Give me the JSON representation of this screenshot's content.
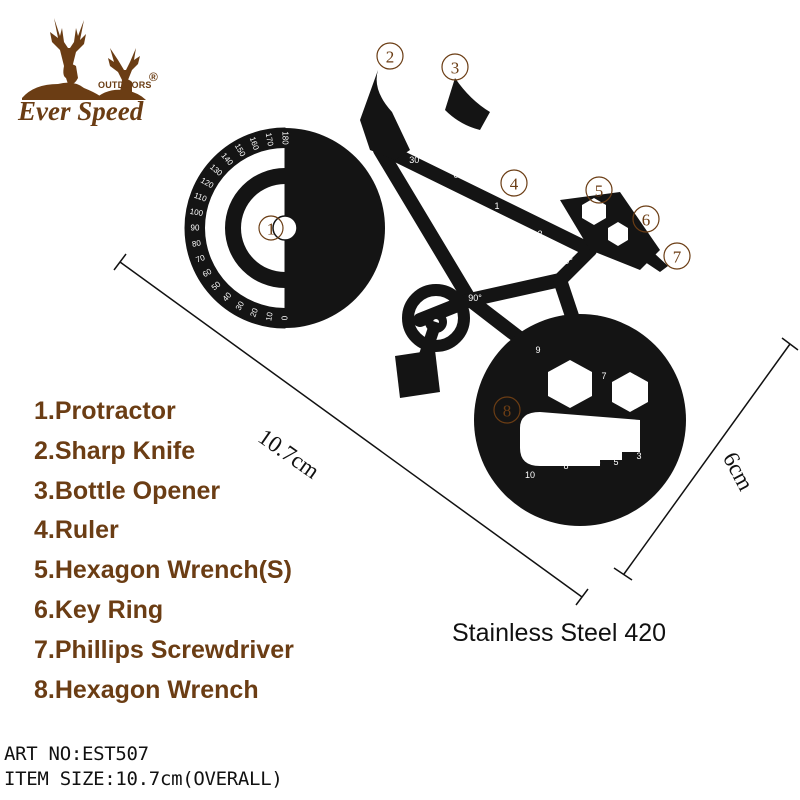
{
  "brand": {
    "name": "Ever Speed",
    "subtitle": "OUTDOORS",
    "registered": "®",
    "color": "#6b3d14"
  },
  "callouts": [
    "1",
    "2",
    "3",
    "4",
    "5",
    "6",
    "7",
    "8"
  ],
  "features": [
    "1.Protractor",
    "2.Sharp Knife",
    "3.Bottle Opener",
    "4.Ruler",
    "5.Hexagon Wrench(S)",
    "6.Key Ring",
    "7.Phillips Screwdriver",
    "8.Hexagon Wrench"
  ],
  "material": "Stainless Steel 420",
  "dimensions": {
    "length": "10.7cm",
    "width": "6cm"
  },
  "product": {
    "art_no": "ART NO:EST507",
    "item_size": "ITEM SIZE:10.7cm(OVERALL)"
  },
  "tool_markings": {
    "protractor_ticks": [
      "0",
      "10",
      "20",
      "30",
      "40",
      "50",
      "60",
      "70",
      "80",
      "90",
      "100",
      "110",
      "120",
      "130",
      "140",
      "150",
      "160",
      "170",
      "180"
    ],
    "angles": [
      "30°",
      "60°",
      "90°"
    ],
    "ruler_ticks": [
      "0",
      "1",
      "2"
    ],
    "wrench_sizes": [
      "9",
      "7",
      "10",
      "8",
      "6",
      "5",
      "3"
    ]
  },
  "colors": {
    "tool": "#141414",
    "text": "#6b3d14",
    "background": "#ffffff"
  }
}
